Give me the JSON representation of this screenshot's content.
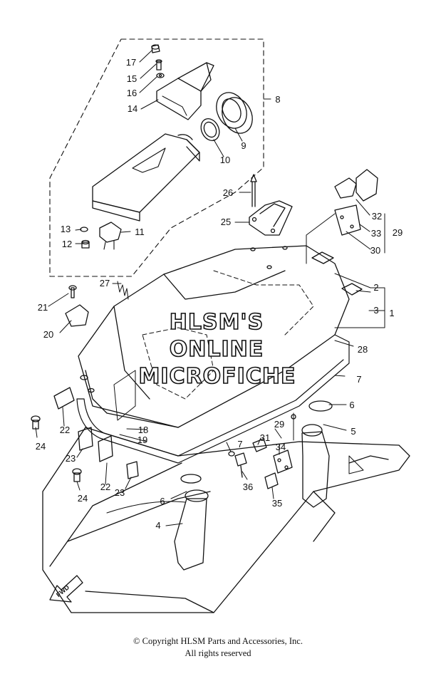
{
  "callouts": [
    {
      "label": "1"
    },
    {
      "label": "2"
    },
    {
      "label": "3"
    },
    {
      "label": "4"
    },
    {
      "label": "5"
    },
    {
      "label": "6"
    },
    {
      "label": "6"
    },
    {
      "label": "7"
    },
    {
      "label": "7"
    },
    {
      "label": "8"
    },
    {
      "label": "9"
    },
    {
      "label": "10"
    },
    {
      "label": "11"
    },
    {
      "label": "12"
    },
    {
      "label": "13"
    },
    {
      "label": "14"
    },
    {
      "label": "15"
    },
    {
      "label": "16"
    },
    {
      "label": "17"
    },
    {
      "label": "18"
    },
    {
      "label": "19"
    },
    {
      "label": "20"
    },
    {
      "label": "21"
    },
    {
      "label": "22"
    },
    {
      "label": "22"
    },
    {
      "label": "23"
    },
    {
      "label": "23"
    },
    {
      "label": "24"
    },
    {
      "label": "24"
    },
    {
      "label": "25"
    },
    {
      "label": "26"
    },
    {
      "label": "27"
    },
    {
      "label": "28"
    },
    {
      "label": "29"
    },
    {
      "label": "29"
    },
    {
      "label": "30"
    },
    {
      "label": "31"
    },
    {
      "label": "32"
    },
    {
      "label": "33"
    },
    {
      "label": "34"
    },
    {
      "label": "35"
    },
    {
      "label": "36"
    }
  ],
  "watermark": {
    "line1": "HLSM'S",
    "line2": "ONLINE",
    "line3": "MICROFICHE"
  },
  "fwd_label": "FWD",
  "copyright": {
    "line1": "© Copyright HLSM Parts and Accessories, Inc.",
    "line2": "All rights reserved"
  }
}
